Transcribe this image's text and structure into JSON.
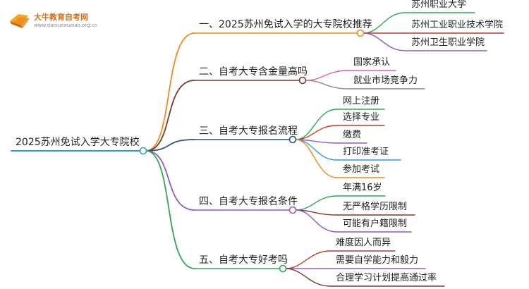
{
  "logo": {
    "title": "大牛教育自考网",
    "subtitle": "www.daniuexueiao.org.cn"
  },
  "root": {
    "label": "2025苏州免试入学大专院校"
  },
  "branches": [
    {
      "label": "一、2025苏州免试入学的大专院校推荐",
      "color": "#f08a1e",
      "children": [
        {
          "label": "苏州职业大学",
          "color": "#2fa84f"
        },
        {
          "label": "苏州工业职业技术学院",
          "color": "#c0392b"
        },
        {
          "label": "苏州卫生职业学院",
          "color": "#8e59c2"
        }
      ]
    },
    {
      "label": "二、自考大专含金量高吗",
      "color": "#7b3a2a",
      "children": [
        {
          "label": "国家承认",
          "color": "#e95ba5"
        },
        {
          "label": "就业市场竞争力",
          "color": "#8c8c8c"
        }
      ]
    },
    {
      "label": "三、自考大专报名流程",
      "color": "#2b4f8f",
      "children": [
        {
          "label": "网上注册",
          "color": "#2fa84f"
        },
        {
          "label": "选择专业",
          "color": "#c0392b"
        },
        {
          "label": "缴费",
          "color": "#8e59c2"
        },
        {
          "label": "打印准考证",
          "color": "#2a9fd6"
        },
        {
          "label": "参加考试",
          "color": "#f08a1e"
        }
      ]
    },
    {
      "label": "四、自考大专报名条件",
      "color": "#8e59c2",
      "children": [
        {
          "label": "年满16岁",
          "color": "#2fa84f"
        },
        {
          "label": "无严格学历限制",
          "color": "#7b3a2a"
        },
        {
          "label": "可能有户籍限制",
          "color": "#8e59c2"
        }
      ]
    },
    {
      "label": "五、自考大专好考吗",
      "color": "#2fa84f",
      "children": [
        {
          "label": "难度因人而异",
          "color": "#c0392b"
        },
        {
          "label": "需要自学能力和毅力",
          "color": "#8e59c2"
        },
        {
          "label": "合理学习计划提高通过率",
          "color": "#7b3a2a"
        }
      ]
    }
  ]
}
